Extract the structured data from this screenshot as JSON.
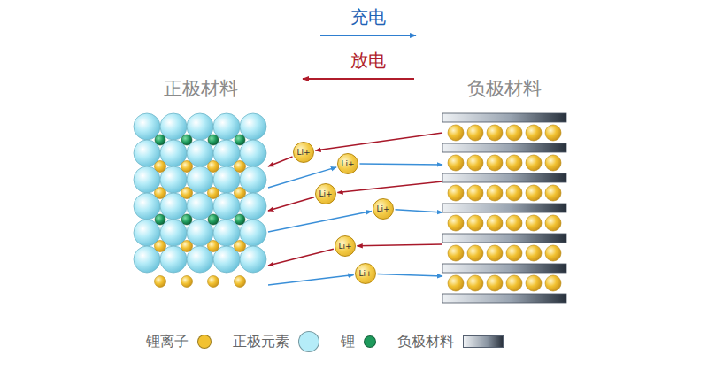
{
  "diagram": {
    "nodes": [
      {
        "text": [
          "正极材料"
        ]
      },
      {
        "text": [
          "负极材料"
        ]
      },
      {
        "text": [
          "Li+"
        ]
      },
      {
        "text": [
          "Li+"
        ]
      },
      {
        "text": [
          "Li+"
        ]
      },
      {
        "text": [
          "Li+"
        ]
      },
      {
        "text": [
          "Li+"
        ]
      },
      {
        "text": [
          "Li+"
        ]
      }
    ],
    "edges": [
      {
        "from": 1,
        "to": 2,
        "arrow": "to"
      },
      {
        "from": 2,
        "to": 0,
        "arrow": "to"
      },
      {
        "from": 0,
        "to": 3,
        "arrow": "to"
      },
      {
        "from": 3,
        "to": 1,
        "arrow": "to"
      },
      {
        "from": 1,
        "to": 4,
        "arrow": "to"
      },
      {
        "from": 4,
        "to": 0,
        "arrow": "to"
      },
      {
        "from": 0,
        "to": 5,
        "arrow": "to"
      },
      {
        "from": 5,
        "to": 1,
        "arrow": "to"
      },
      {
        "from": 1,
        "to": 6,
        "arrow": "to"
      },
      {
        "from": 6,
        "to": 0,
        "arrow": "to"
      },
      {
        "from": 0,
        "to": 7,
        "arrow": "to"
      },
      {
        "from": 7,
        "to": 1,
        "arrow": "to"
      }
    ],
    "labels": [
      "充电",
      "放电"
    ],
    "legend": [
      {
        "text": "锂离子",
        "color": "#f2c232"
      },
      {
        "text": "正极元素",
        "color": "#b5ecf8"
      },
      {
        "text": "锂",
        "color": "#1e9a5c"
      },
      {
        "text": "负极材料"
      }
    ]
  }
}
